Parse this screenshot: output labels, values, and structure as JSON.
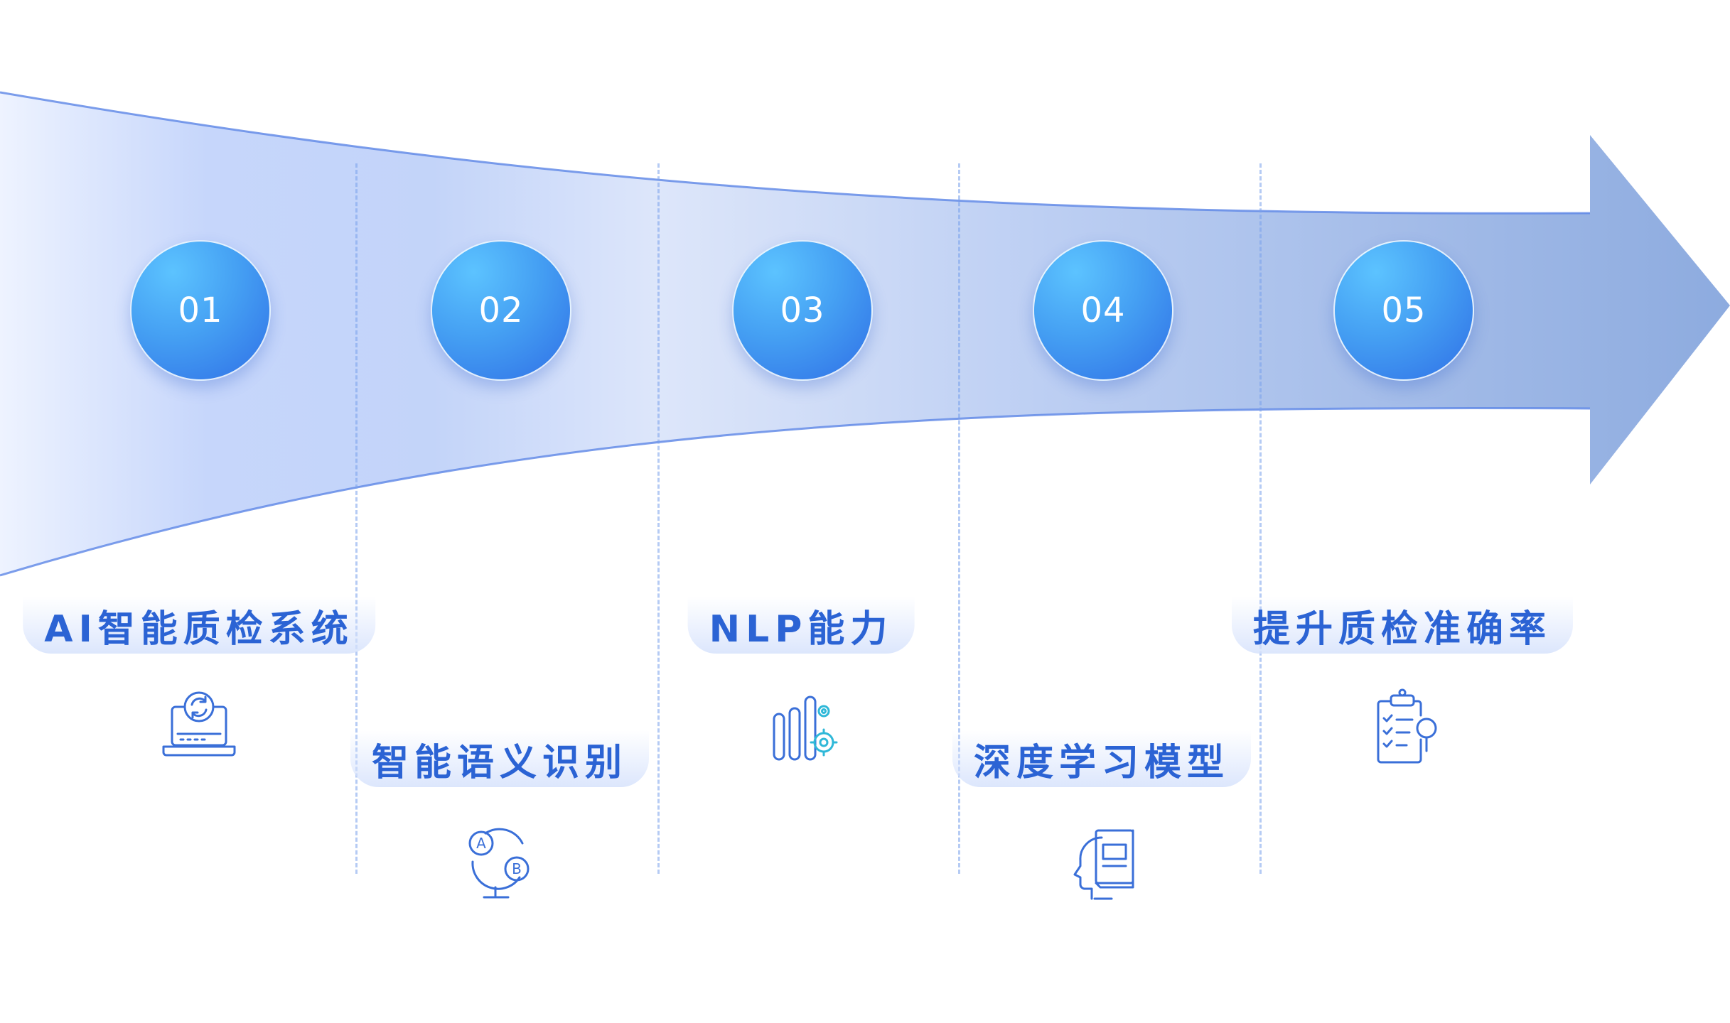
{
  "colors": {
    "accent": "#2b63d4",
    "circle_start": "#5cc3ff",
    "circle_end": "#2f6fe6",
    "arrow_light": "#e8efff",
    "arrow_dark": "#8eaade",
    "divider": "#78a0eb"
  },
  "steps": [
    {
      "number": "01",
      "label": "AI智能质检系统",
      "icon": "laptop-refresh-icon"
    },
    {
      "number": "02",
      "label": "智能语义识别",
      "icon": "globe-language-icon"
    },
    {
      "number": "03",
      "label": "NLP能力",
      "icon": "bars-gears-icon"
    },
    {
      "number": "04",
      "label": "深度学习模型",
      "icon": "head-book-icon"
    },
    {
      "number": "05",
      "label": "提升质检准确率",
      "icon": "clipboard-check-search-icon"
    }
  ]
}
